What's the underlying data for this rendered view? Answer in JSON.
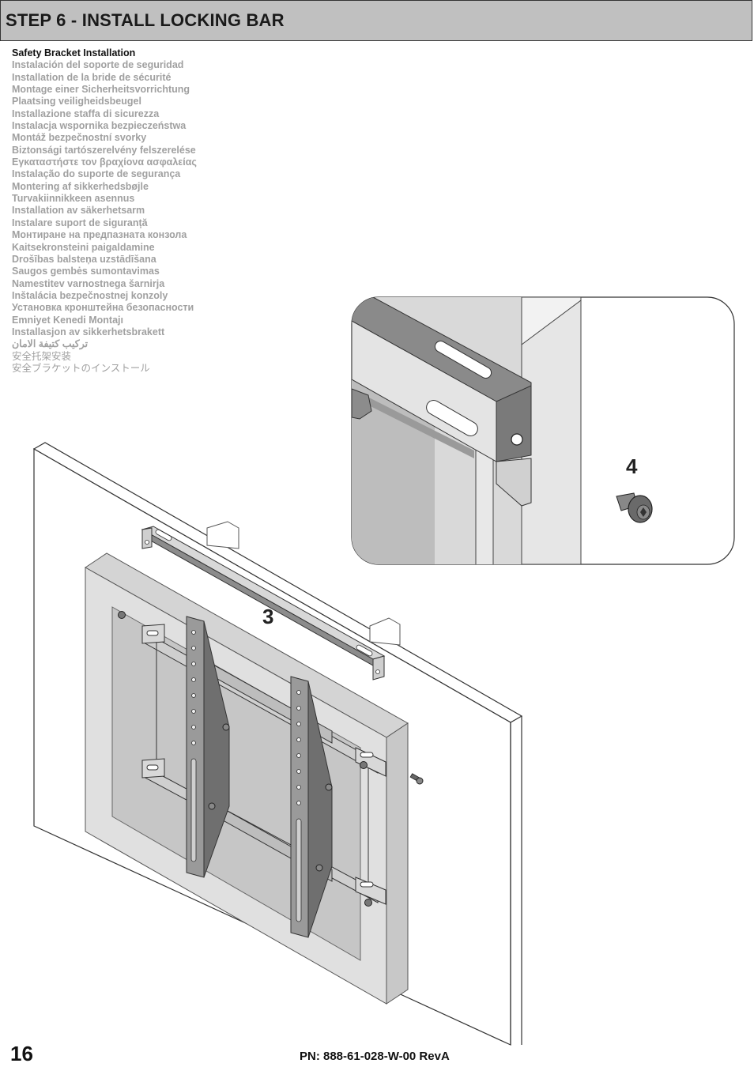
{
  "header": {
    "title": "STEP 6 - INSTALL LOCKING BAR"
  },
  "languages": [
    "Safety Bracket Installation",
    "Instalación del soporte de seguridad",
    "Installation de la bride de sécurité",
    "Montage einer Sicherheitsvorrichtung",
    "Plaatsing veiligheidsbeugel",
    "Installazione staffa di sicurezza",
    "Instalacja wspornika bezpieczeństwa",
    "Montáž bezpečnostní svorky",
    "Biztonsági tartószerelvény felszerelése",
    "Εγκαταστήστε τον βραχίονα ασφαλείας",
    "Instalação do suporte de segurança",
    "Montering af sikkerhedsbøjle",
    "Turvakiinnikkeen asennus",
    "Installation av säkerhetsarm",
    " Instalare suport de siguranță",
    "Монтиране на предпазната конзола",
    "Kaitsekronsteini paigaldamine",
    "Drošības balsteņa uzstādīšana",
    "Saugos gembės sumontavimas",
    "Namestitev varnostnega šarnirja",
    "Inštalácia bezpečnostnej konzoly",
    "Установка кронштейна безопасности",
    "Emniyet Kenedi Montajı",
    "Installasjon av sikkerhetsbrakett",
    "تركيب كتيفة الامان",
    "安全托架安装",
    "安全ブラケットのインストール"
  ],
  "callouts": {
    "locking_bar": "3",
    "screw": "4"
  },
  "footer": {
    "page_number": "16",
    "part_number": "PN: 888-61-028-W-00 RevA"
  }
}
